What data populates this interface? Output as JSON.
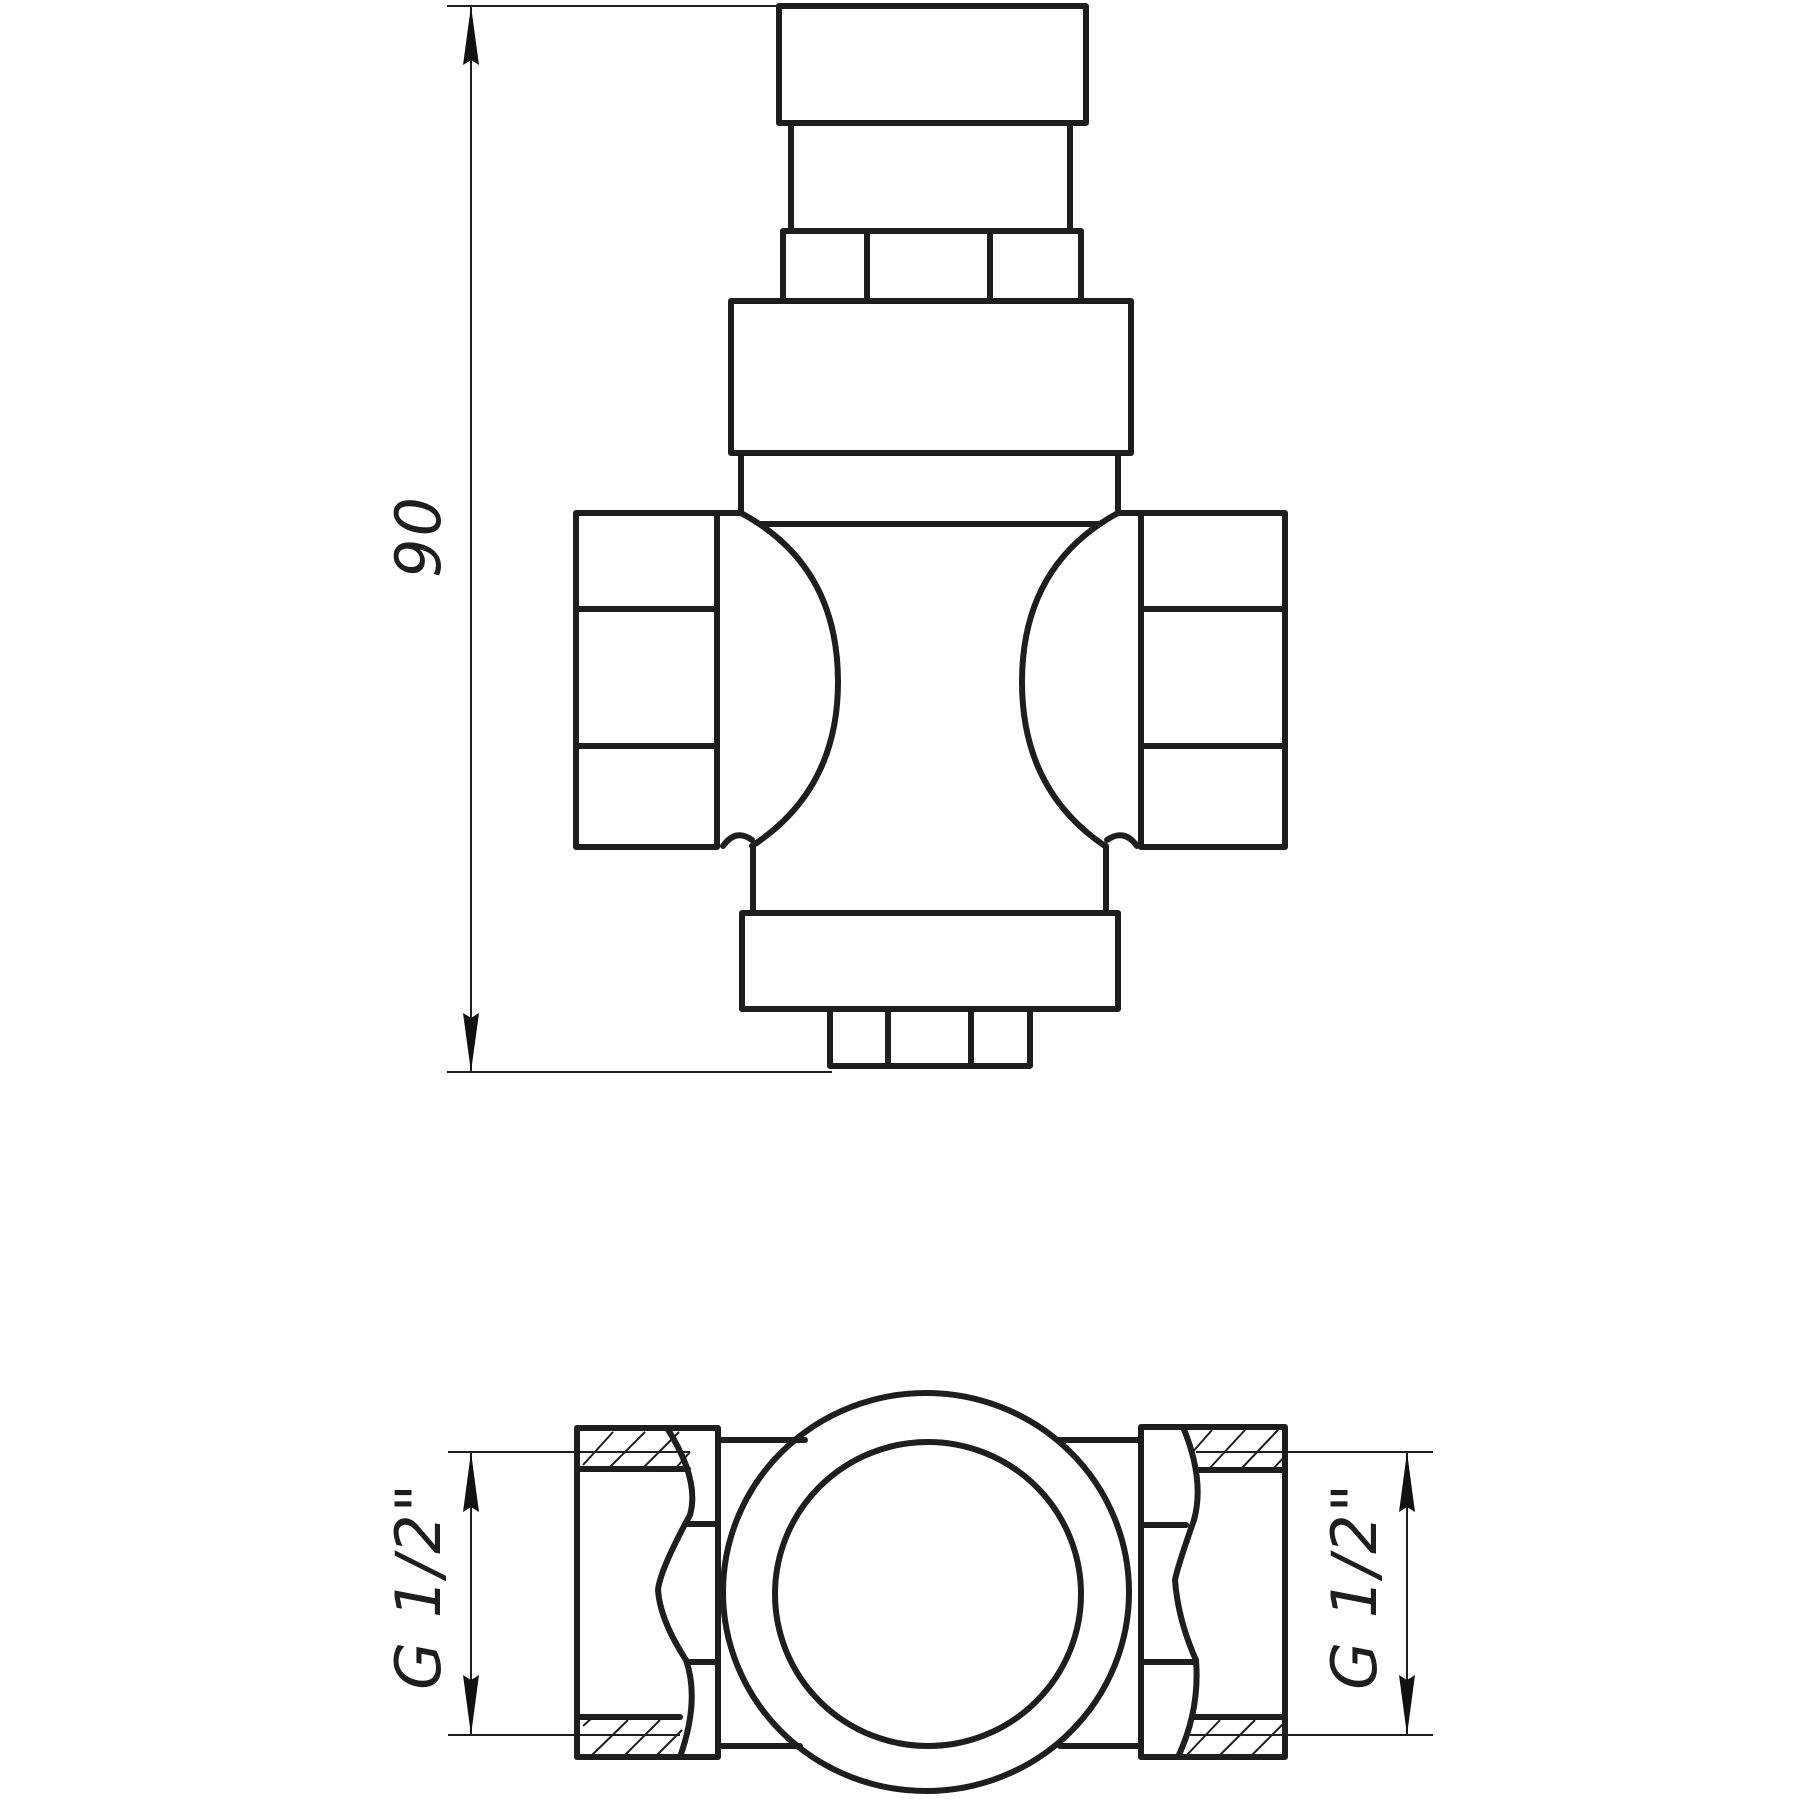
{
  "drawing": {
    "title": "Pressure reducing valve - technical drawing",
    "views": [
      {
        "name": "front-view",
        "description": "Side elevation of valve with top bonnet, hex nuts, body and threaded side ports"
      },
      {
        "name": "end-view",
        "description": "End view showing threaded port sections with hatching and body circle"
      }
    ],
    "stroke_color": "#1e1e1e",
    "background_color": "#ffffff"
  },
  "dimensions": {
    "overall_height": {
      "value": "90",
      "orientation": "vertical",
      "units": "mm"
    },
    "left_thread": {
      "value": "G 1/2\"",
      "orientation": "vertical"
    },
    "right_thread": {
      "value": "G 1/2\"",
      "orientation": "vertical"
    }
  }
}
